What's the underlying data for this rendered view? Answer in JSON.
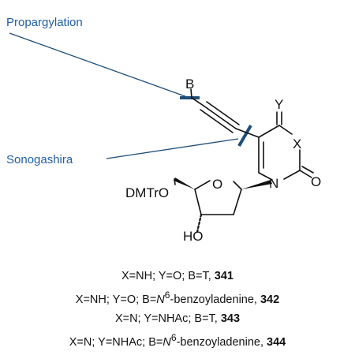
{
  "annotations": {
    "propargylation": "Propargylation",
    "sonogashira": "Sonogashira"
  },
  "atoms": {
    "b": "B",
    "y": "Y",
    "x": "X",
    "o_carbonyl": "O",
    "n_ring": "N",
    "o_sugar": "O",
    "dmtro": "DMTrO",
    "ho": "HO"
  },
  "captions": [
    {
      "pre": "X=NH; Y=O; B=T, ",
      "italic": "",
      "sup": "",
      "post": "",
      "num": "341"
    },
    {
      "pre": "X=NH; Y=O; B=",
      "italic": "N",
      "sup": "6",
      "post": "-benzoyladenine, ",
      "num": "342"
    },
    {
      "pre": "X=N; Y=NHAc; B=T, ",
      "italic": "",
      "sup": "",
      "post": "",
      "num": "343"
    },
    {
      "pre": "X=N; Y=NHAc; B=",
      "italic": "N",
      "sup": "6",
      "post": "-benzoyladenine, ",
      "num": "344"
    }
  ],
  "colors": {
    "annotation_text": "#1f5fa5",
    "annotation_line": "#1f4e79",
    "structure": "#111111"
  }
}
